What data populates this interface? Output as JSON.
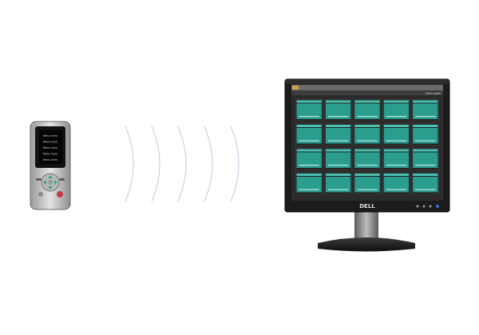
{
  "device": {
    "menu_items": [
      "Menu item",
      "Menu item",
      "Menu item",
      "Menu item",
      "Menu item"
    ]
  },
  "monitor": {
    "brand": "DELL",
    "app_header": "Alarm panel",
    "tiles_rows": 4,
    "tiles_cols": 5
  },
  "colors": {
    "tile": "#2a9d8f",
    "tile_highlight": "#49c2b2",
    "screen_bg": "#2b2b2b",
    "bezel": "#1c1c1c",
    "wave": "#d0d4e8"
  }
}
